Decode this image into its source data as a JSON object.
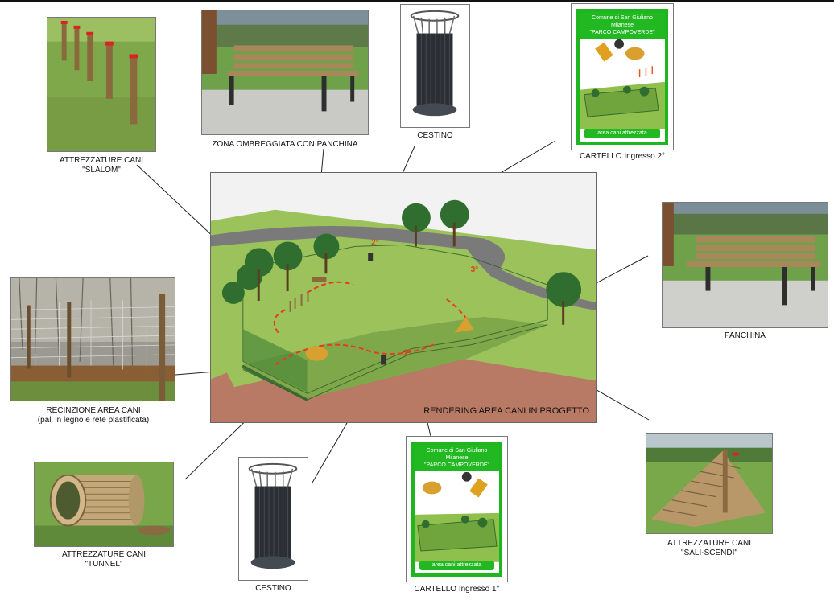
{
  "captions": {
    "slalom": [
      "ATTREZZATURE CANI",
      "\"SLALOM\""
    ],
    "panchina_ombra": [
      "ZONA OMBREGGIATA CON PANCHINA"
    ],
    "cestino_top": [
      "CESTINO"
    ],
    "cartello_2": [
      "CARTELLO Ingresso 2°"
    ],
    "panchina": [
      "PANCHINA"
    ],
    "recinzione": [
      "RECINZIONE AREA CANI",
      "(pali in legno e rete plastificata)"
    ],
    "tunnel": [
      "ATTREZZATURE CANI",
      "\"TUNNEL\""
    ],
    "cestino_bottom": [
      "CESTINO"
    ],
    "cartello_1": [
      "CARTELLO Ingresso 1°"
    ],
    "sali_scendi": [
      "ATTREZZATURE CANI",
      "\"SALI-SCENDI\""
    ]
  },
  "sign": {
    "header_line1": "Comune di San Giuliano Milanese",
    "header_line2": "\"PARCO CAMPOVERDE\"",
    "footer": "area cani attrezzata"
  },
  "rendering": {
    "label": "RENDERING AREA CANI IN PROGETTO",
    "entrance_1": "1°",
    "entrance_2": "2°",
    "entrance_3": "3°"
  },
  "colors": {
    "sign_green": "#22b822",
    "path_red": "#e83a1c",
    "grass": "#8fbf4d"
  }
}
